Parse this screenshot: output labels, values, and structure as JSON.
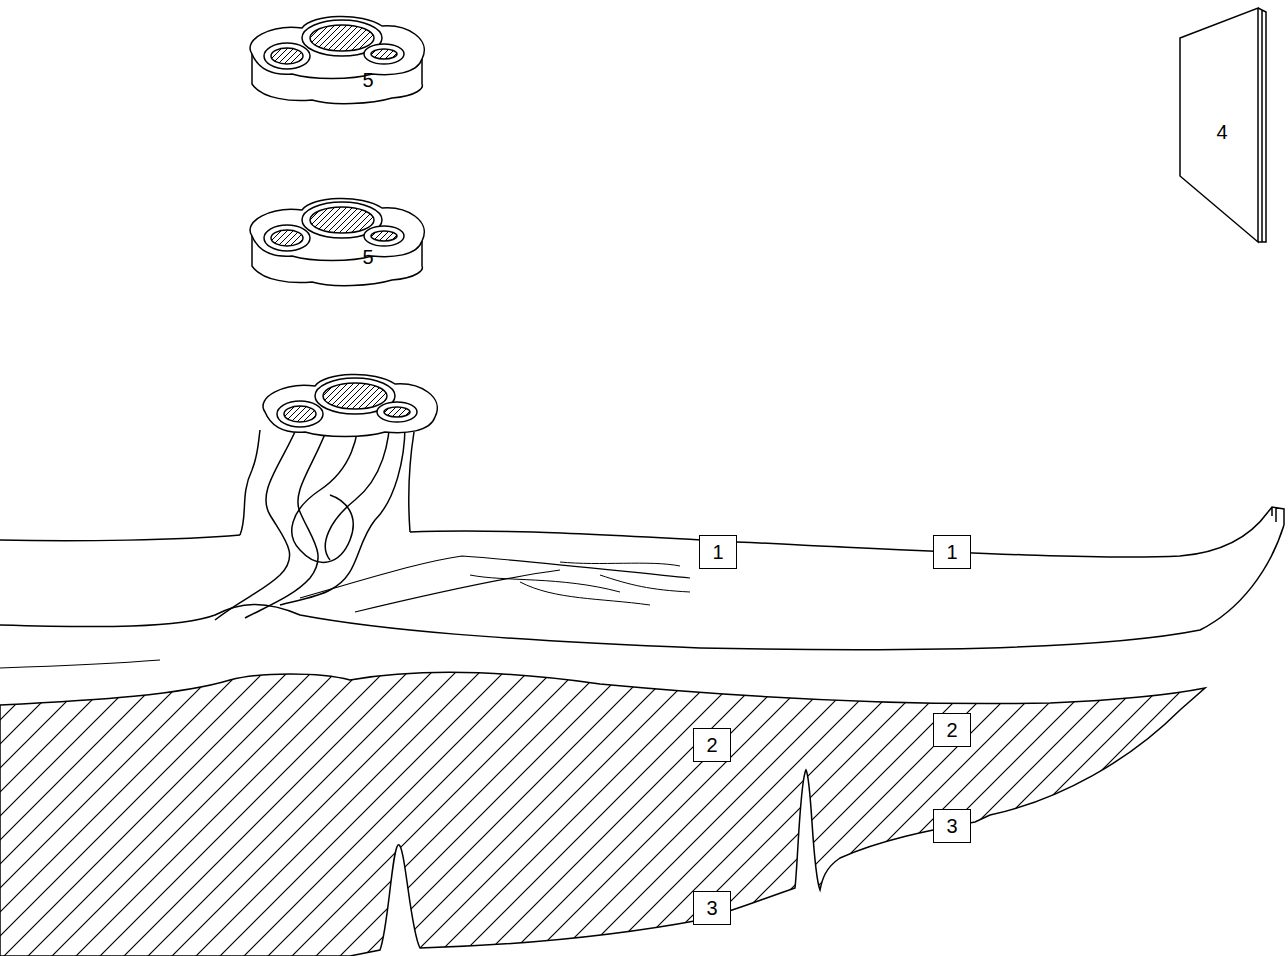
{
  "diagram": {
    "nodes": [
      {
        "text": [
          "1"
        ]
      },
      {
        "text": [
          "1"
        ]
      },
      {
        "text": [
          "2"
        ]
      },
      {
        "text": [
          "2"
        ]
      },
      {
        "text": [
          "3"
        ]
      },
      {
        "text": [
          "3"
        ]
      }
    ],
    "labels": [
      "5",
      "4",
      "5"
    ]
  }
}
